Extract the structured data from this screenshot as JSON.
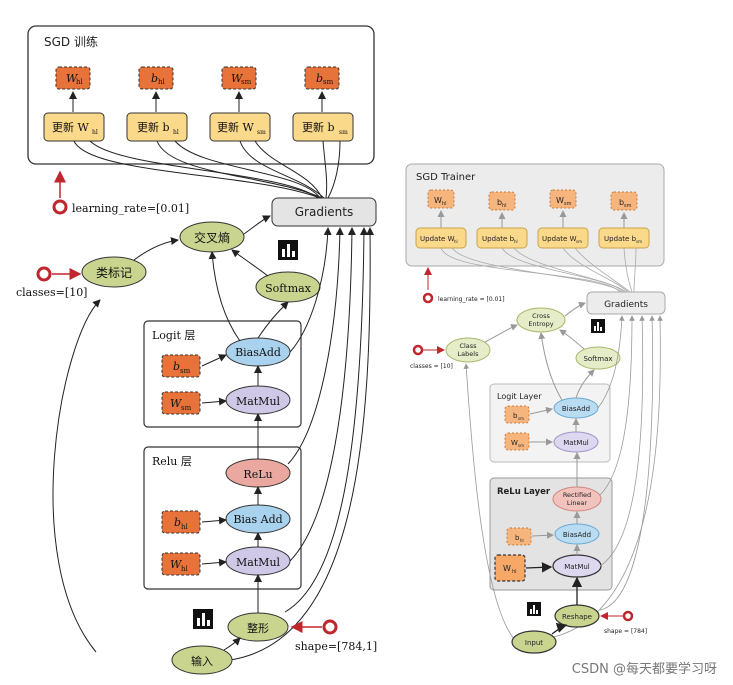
{
  "left": {
    "sgd_title": "SGD 训练",
    "update_labels": [
      "更新 W",
      "更新 b",
      "更新 W",
      "更新 b"
    ],
    "update_subs": [
      "hl",
      "hl",
      "sm",
      "sm"
    ],
    "param_labels": [
      "W",
      "b",
      "W",
      "b"
    ],
    "param_subs": [
      "hl",
      "hl",
      "sm",
      "sm"
    ],
    "learning_rate": "learning_rate=[0.01]",
    "gradients": "Gradients",
    "cross_entropy": "交叉熵",
    "class_labels": "类标记",
    "classes": "classes=[10]",
    "softmax": "Softmax",
    "logit_title": "Logit 层",
    "bias_add": "BiasAdd",
    "matmul": "MatMul",
    "b_sm": "b",
    "b_sm_sub": "sm",
    "w_sm": "W",
    "w_sm_sub": "sm",
    "relu_title": "Relu 层",
    "relu": "ReLu",
    "bias_add2": "Bias Add",
    "matmul2": "MatMul",
    "b_hl": "b",
    "b_hl_sub": "hl",
    "w_hl": "W",
    "w_hl_sub": "hl",
    "reshape": "整形",
    "shape": "shape=[784,1]",
    "input": "输入"
  },
  "right": {
    "sgd_title": "SGD Trainer",
    "param_labels": [
      "W",
      "b",
      "W",
      "b"
    ],
    "param_subs": [
      "hl",
      "hl",
      "sm",
      "sm"
    ],
    "update_labels": [
      "Update W",
      "Update b",
      "Update W",
      "Update b"
    ],
    "update_subs": [
      "hl",
      "hl",
      "sm",
      "sm"
    ],
    "learning_rate": "learning_rate = [0.01]",
    "gradients": "Gradients",
    "cross_entropy": [
      "Cross",
      "Entropy"
    ],
    "class_labels": [
      "Class",
      "Labels"
    ],
    "classes": "classes = [10]",
    "softmax": "Softmax",
    "logit_title": "Logit Layer",
    "bias_add": "BiasAdd",
    "matmul": "MatMul",
    "b_sm": "b",
    "b_sm_sub": "sm",
    "w_sm": "W",
    "w_sm_sub": "sm",
    "relu_title": "ReLu Layer",
    "rectified": [
      "Rectified",
      "Linear"
    ],
    "bias_add2": "BiasAdd",
    "matmul2": "MatMul",
    "b_hl": "b",
    "b_hl_sub": "hl",
    "w_hl": "W",
    "w_hl_sub": "hl",
    "reshape": "Reshape",
    "shape": "shape = [784]",
    "input": "Input"
  },
  "watermark": "CSDN @每天都要学习呀",
  "colors": {
    "param_fill": "#e8733a",
    "update_fill": "#fbd98a",
    "green_node": "#c9d58f",
    "blue_node": "#a9d2ee",
    "purple_node": "#cfc8e6",
    "red_node": "#eba8a0",
    "gray_box": "#ececec",
    "marker": "#c0262d"
  }
}
